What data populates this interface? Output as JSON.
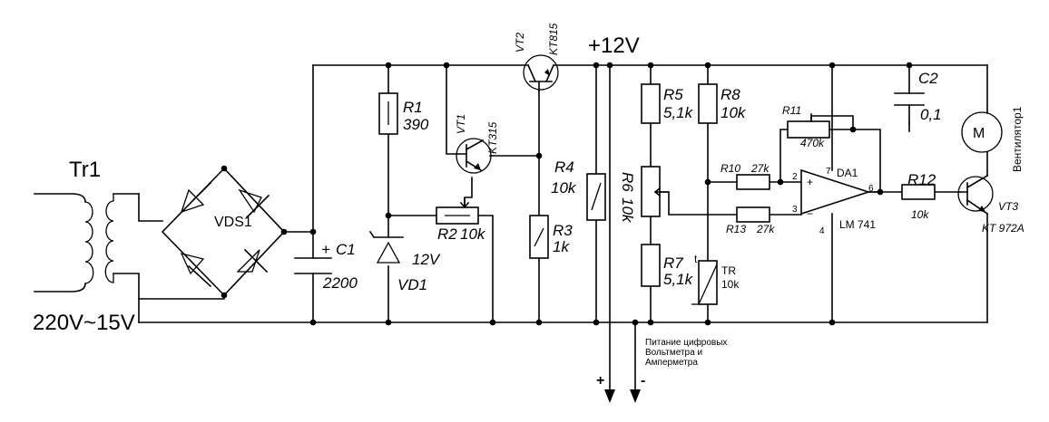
{
  "title": "+12V",
  "transformer": {
    "ref": "Tr1",
    "rating": "220V~15V"
  },
  "bridge": {
    "ref": "VDS1"
  },
  "c1": {
    "ref": "C1",
    "value": "2200",
    "plus": "+"
  },
  "r1": {
    "ref": "R1",
    "value": "390"
  },
  "vd1": {
    "ref": "VD1",
    "value": "12V"
  },
  "r2": {
    "ref": "R2",
    "value": "10k"
  },
  "vt1": {
    "ref": "VT1",
    "type": "KT315"
  },
  "vt2": {
    "ref": "VT2",
    "type": "KT815"
  },
  "r3": {
    "ref": "R3",
    "value": "1k"
  },
  "r4": {
    "ref": "R4",
    "value": "10k"
  },
  "r5": {
    "ref": "R5",
    "value": "5,1k"
  },
  "r6": {
    "ref": "R6",
    "value": "10k"
  },
  "r7": {
    "ref": "R7",
    "value": "5,1k"
  },
  "r8": {
    "ref": "R8",
    "value": "10k"
  },
  "tr": {
    "ref": "TR",
    "value": "10k",
    "mark": "t"
  },
  "r10": {
    "ref": "R10",
    "value": "27k"
  },
  "r11": {
    "ref": "R11",
    "value": "470k"
  },
  "r12": {
    "ref": "R12",
    "value": "10k"
  },
  "r13": {
    "ref": "R13",
    "value": "27k"
  },
  "da1": {
    "ref": "DA1",
    "type": "LM 741",
    "pin2": "2",
    "pin3": "3",
    "pin4": "4",
    "pin6": "6",
    "pin7": "7",
    "in_plus": "+",
    "in_minus": "−"
  },
  "c2": {
    "ref": "C2",
    "value": "0,1"
  },
  "fan": {
    "ref": "Вентилятор1",
    "symbol": "M"
  },
  "vt3": {
    "ref": "VT3",
    "type": "KT 972A"
  },
  "note": {
    "lines": [
      "Питание цифровых",
      "Вольтметра и",
      "Амперметра"
    ],
    "plus": "+",
    "minus": "-"
  }
}
